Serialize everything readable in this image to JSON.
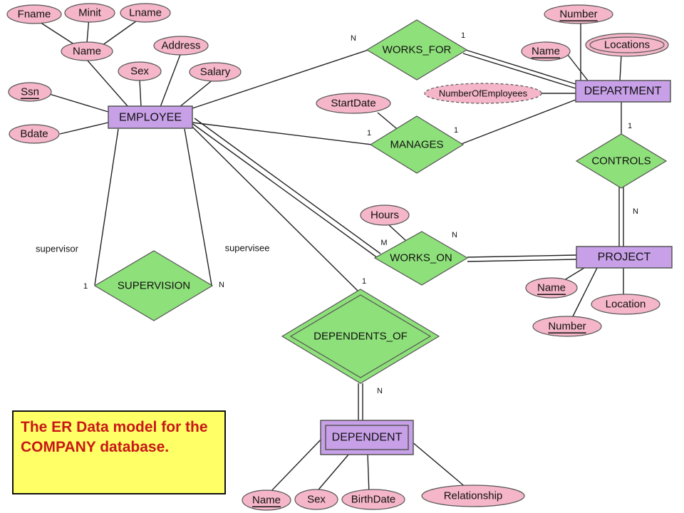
{
  "entities": {
    "employee": "EMPLOYEE",
    "department": "DEPARTMENT",
    "project": "PROJECT",
    "dependent": "DEPENDENT"
  },
  "relationships": {
    "works_for": "WORKS_FOR",
    "manages": "MANAGES",
    "works_on": "WORKS_ON",
    "controls": "CONTROLS",
    "supervision": "SUPERVISION",
    "dependents_of": "DEPENDENTS_OF"
  },
  "attributes": {
    "employee": {
      "fname": "Fname",
      "minit": "Minit",
      "lname": "Lname",
      "name": "Name",
      "address": "Address",
      "sex": "Sex",
      "salary": "Salary",
      "ssn": "Ssn",
      "bdate": "Bdate"
    },
    "department": {
      "number": "Number",
      "name": "Name",
      "locations": "Locations",
      "number_of_employees": "NumberOfEmployees"
    },
    "manages": {
      "start_date": "StartDate"
    },
    "works_on": {
      "hours": "Hours"
    },
    "project": {
      "name": "Name",
      "location": "Location",
      "number": "Number"
    },
    "dependent": {
      "name": "Name",
      "sex": "Sex",
      "birth_date": "BirthDate",
      "relationship": "Relationship"
    }
  },
  "cardinalities": {
    "works_for_employee": "N",
    "works_for_department": "1",
    "manages_employee": "1",
    "manages_department": "1",
    "controls_department": "1",
    "controls_project": "N",
    "works_on_employee": "M",
    "works_on_project": "N",
    "supervision_supervisor": "1",
    "supervision_supervisee": "N",
    "dependents_of_employee": "1",
    "dependents_of_dependent": "N"
  },
  "roles": {
    "supervisor": "supervisor",
    "supervisee": "supervisee"
  },
  "caption": "The ER Data model for the COMPANY database.",
  "colors": {
    "entity": "#c8a0e8",
    "attribute": "#f4b6c8",
    "relationship": "#8ee07a",
    "caption_bg": "#ffff66",
    "caption_text": "#c81818"
  }
}
